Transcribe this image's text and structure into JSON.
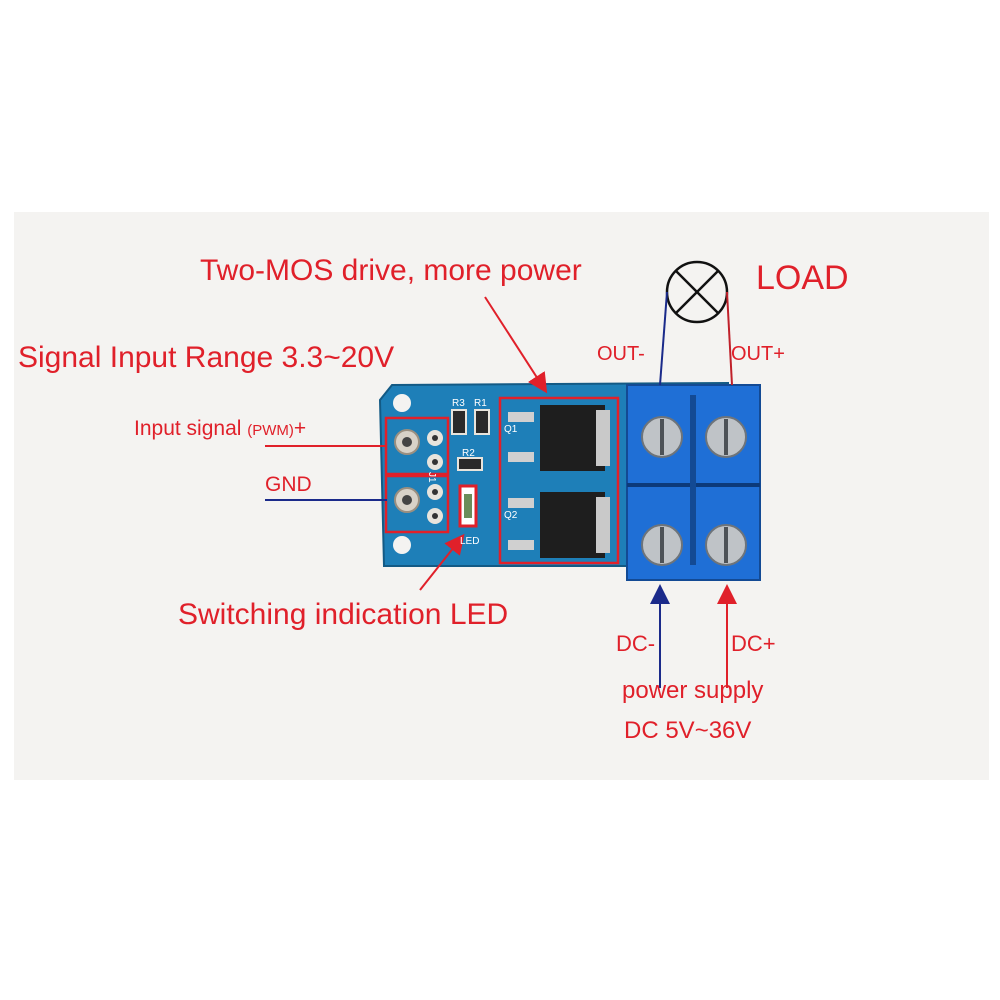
{
  "annotations": {
    "mos": "Two-MOS drive, more power",
    "load": "LOAD",
    "signal_range": "Signal Input Range  3.3~20V",
    "input_signal": "Input signal ",
    "pwm": "(PWM)",
    "plus": "+",
    "gnd": "GND",
    "out_minus": "OUT-",
    "out_plus": "OUT+",
    "led_label": "Switching indication LED",
    "dc_minus": "DC-",
    "dc_plus": "DC+",
    "power_supply": "power supply",
    "dc_range": "DC 5V~36V"
  },
  "board": {
    "silk_r3": "R3",
    "silk_r1": "R1",
    "silk_r2": "R2",
    "silk_q1": "Q1",
    "silk_q2": "Q2",
    "silk_j1": "J1",
    "silk_led": "LED"
  },
  "colors": {
    "pcb": "#1e7fb8",
    "terminal": "#1f6fd6",
    "annotation_red": "#e0202a",
    "annotation_blue": "#1a2a8a"
  }
}
